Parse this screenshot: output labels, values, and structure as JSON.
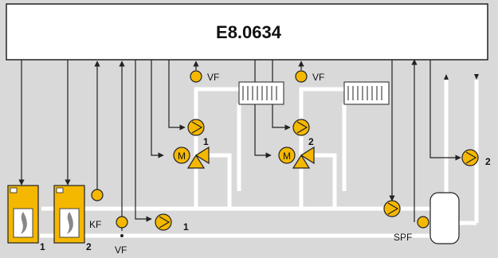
{
  "controller": {
    "label": "E8.0634"
  },
  "heating_circuits": [
    {
      "sensor_label": "VF",
      "circuit_number": "1"
    },
    {
      "sensor_label": "VF",
      "circuit_number": "2"
    }
  ],
  "mixer_label": "M",
  "boilers": [
    {
      "number": "1"
    },
    {
      "number": "2"
    }
  ],
  "sensors": {
    "collector": "KF",
    "flow": "VF",
    "storage": "SPF"
  },
  "pumps": {
    "boiler_pump_number": "1",
    "dhw_circ_pump_number": "2"
  },
  "colors": {
    "background": "#d9d9d9",
    "component": "#f5b800",
    "pipe": "#ffffff",
    "line": "#222222"
  }
}
